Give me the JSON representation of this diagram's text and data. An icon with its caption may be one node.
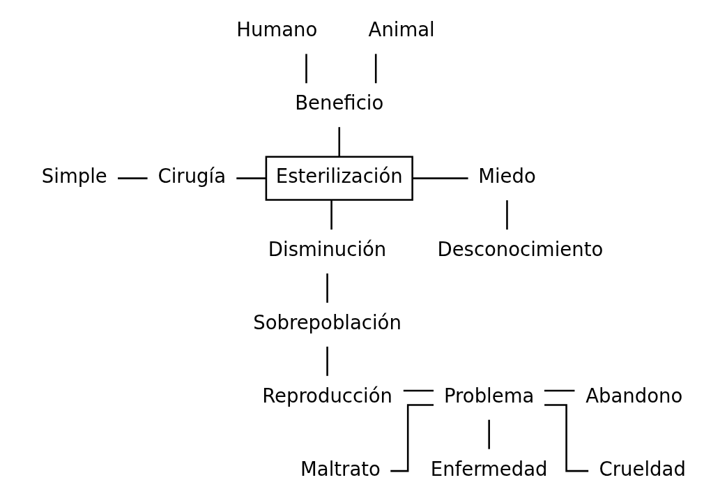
{
  "diagram": {
    "nodes": [
      {
        "text": [
          "Humano"
        ]
      },
      {
        "text": [
          "Animal"
        ]
      },
      {
        "text": [
          "Beneficio"
        ]
      },
      {
        "text": [
          "Simple"
        ]
      },
      {
        "text": [
          "Cirugía"
        ]
      },
      {
        "text": [
          "Esterilización"
        ]
      },
      {
        "text": [
          "Miedo"
        ]
      },
      {
        "text": [
          "Desconocimiento"
        ]
      },
      {
        "text": [
          "Disminución"
        ]
      },
      {
        "text": [
          "Sobrepoblación"
        ]
      },
      {
        "text": [
          "Reproducción"
        ]
      },
      {
        "text": [
          "Problema"
        ]
      },
      {
        "text": [
          "Abandono"
        ]
      },
      {
        "text": [
          "Maltrato"
        ]
      },
      {
        "text": [
          "Enfermedad"
        ]
      },
      {
        "text": [
          "Crueldad"
        ]
      }
    ],
    "edges": [
      {
        "from": 0,
        "to": 2,
        "arrow": "none"
      },
      {
        "from": 2,
        "to": 1,
        "arrow": "none"
      },
      {
        "from": 2,
        "to": 5,
        "arrow": "none"
      },
      {
        "from": 3,
        "to": 4,
        "arrow": "none"
      },
      {
        "from": 4,
        "to": 5,
        "arrow": "none"
      },
      {
        "from": 5,
        "to": 6,
        "arrow": "none"
      },
      {
        "from": 6,
        "to": 7,
        "arrow": "none"
      },
      {
        "from": 5,
        "to": 8,
        "arrow": "none"
      },
      {
        "from": 8,
        "to": 9,
        "arrow": "none"
      },
      {
        "from": 9,
        "to": 10,
        "arrow": "none"
      },
      {
        "from": 10,
        "to": 11,
        "arrow": "none"
      },
      {
        "from": 11,
        "to": 12,
        "arrow": "none"
      },
      {
        "from": 11,
        "to": 13,
        "arrow": "none"
      },
      {
        "from": 11,
        "to": 14,
        "arrow": "none"
      },
      {
        "from": 11,
        "to": 15,
        "arrow": "none"
      }
    ]
  }
}
